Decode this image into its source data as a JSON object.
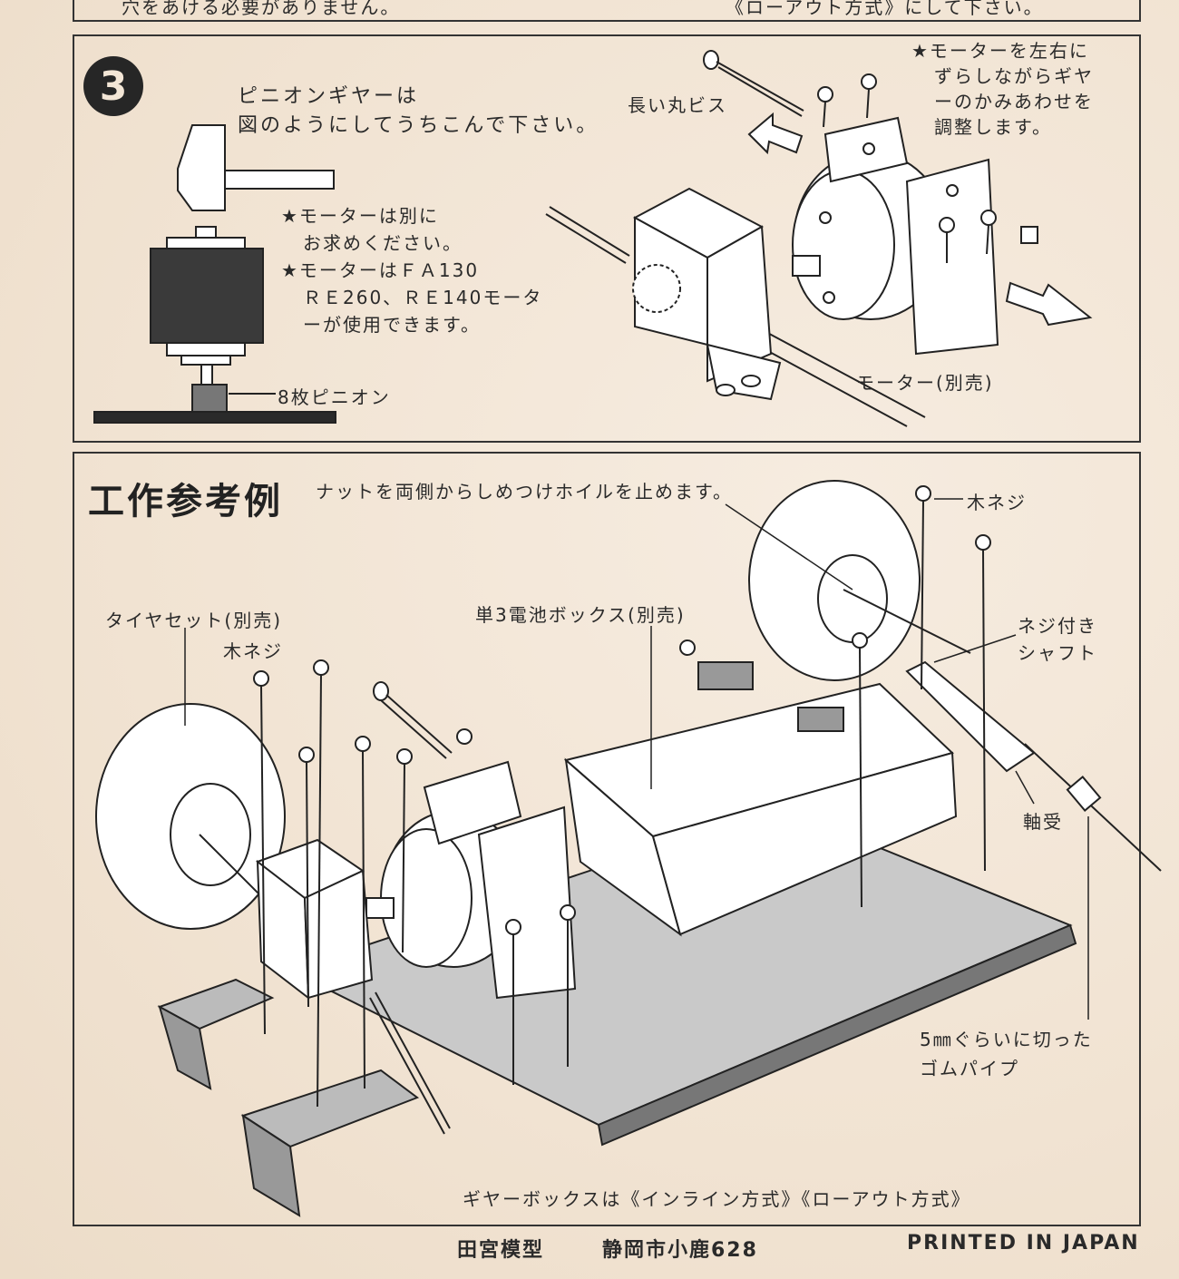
{
  "top_strip": {
    "left_text": "穴をあける必要がありません。",
    "right_text": "《ローアウト方式》にして下さい。"
  },
  "step3": {
    "number": "3",
    "pinion_instruction_line1": "ピニオンギヤーは",
    "pinion_instruction_line2": "図のようにしてうちこんで下さい。",
    "motor_note1_line1": "★モーターは別に",
    "motor_note1_line2": "お求めください。",
    "motor_note2_line1": "★モーターはＦＡ130",
    "motor_note2_line2": "ＲＥ260、ＲＥ140モータ",
    "motor_note2_line3": "ーが使用できます。",
    "pinion_label": "8枚ピニオン",
    "long_screw_label": "長い丸ビス",
    "adjust_note_line1": "★モーターを左右に",
    "adjust_note_line2": "ずらしながらギヤ",
    "adjust_note_line3": "ーのかみあわせを",
    "adjust_note_line4": "調整します。",
    "motor_label": "モーター(別売)"
  },
  "example": {
    "heading": "工作参考例",
    "nut_note": "ナットを両側からしめつけホイルを止めます。",
    "wood_screw_right": "木ネジ",
    "tire_set": "タイヤセット(別売)",
    "wood_screw_left": "木ネジ",
    "battery_box": "単3電池ボックス(別売)",
    "threaded_shaft_line1": "ネジ付き",
    "threaded_shaft_line2": "シャフト",
    "bearing": "軸受",
    "rubber_pipe_line1": "5㎜ぐらいに切った",
    "rubber_pipe_line2": "ゴムパイプ",
    "gearbox_note": "ギヤーボックスは《インライン方式》《ローアウト方式》"
  },
  "footer": {
    "maker": "田宮模型",
    "address": "静岡市小鹿628",
    "printed": "PRINTED IN JAPAN"
  }
}
